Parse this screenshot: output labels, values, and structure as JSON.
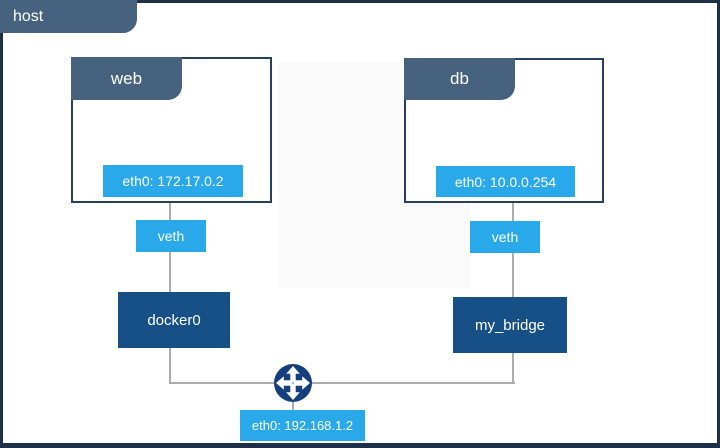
{
  "diagram": {
    "host_label": "host",
    "host_interface_label": "eth0: 192.168.1.2",
    "containers": [
      {
        "title": "web",
        "interface_label": "eth0: 172.17.0.2",
        "veth_label": "veth",
        "bridge_label": "docker0"
      },
      {
        "title": "db",
        "interface_label": "eth0: 10.0.0.254",
        "veth_label": "veth",
        "bridge_label": "my_bridge"
      }
    ],
    "icons": {
      "router": "router-crossroads-icon"
    },
    "colors": {
      "header_slate": "#46627e",
      "label_blue": "#29a9ea",
      "bridge_navy": "#174f87",
      "router_navy": "#143e7c",
      "frame_border": "#1d3048",
      "connector_gray": "#adadad"
    }
  }
}
